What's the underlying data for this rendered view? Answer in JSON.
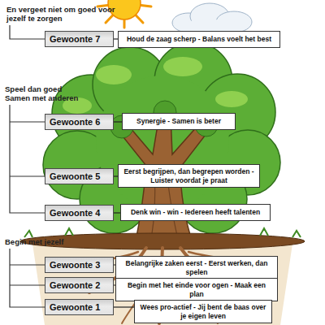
{
  "diagram": {
    "nodes": [
      {
        "text": [
          "Gewoonte 7"
        ]
      },
      {
        "text": [
          "Houd de zaag scherp - Balans voelt het best"
        ]
      },
      {
        "text": [
          "Gewoonte 6"
        ]
      },
      {
        "text": [
          "Synergie - Samen is beter"
        ]
      },
      {
        "text": [
          "Gewoonte 5"
        ]
      },
      {
        "text": [
          "Eerst begrijpen, dan begrepen worden - Luister voordat je praat"
        ]
      },
      {
        "text": [
          "Gewoonte 4"
        ]
      },
      {
        "text": [
          "Denk win - win - Iedereen heeft talenten"
        ]
      },
      {
        "text": [
          "Gewoonte 3"
        ]
      },
      {
        "text": [
          "Belangrijke zaken eerst - Eerst werken, dan spelen"
        ]
      },
      {
        "text": [
          "Gewoonte 2"
        ]
      },
      {
        "text": [
          "Begin met het einde voor ogen - Maak een plan"
        ]
      },
      {
        "text": [
          "Gewoonte 1"
        ]
      },
      {
        "text": [
          "Wees pro-actief - Jij bent de baas over je eigen leven"
        ]
      }
    ],
    "edges": [
      {
        "from": 0,
        "to": 1,
        "arrow": "none"
      },
      {
        "from": 2,
        "to": 3,
        "arrow": "none"
      },
      {
        "from": 4,
        "to": 5,
        "arrow": "none"
      },
      {
        "from": 6,
        "to": 7,
        "arrow": "none"
      },
      {
        "from": 8,
        "to": 9,
        "arrow": "none"
      },
      {
        "from": 10,
        "to": 11,
        "arrow": "none"
      },
      {
        "from": 12,
        "to": 13,
        "arrow": "none"
      }
    ],
    "labels": [
      "En vergeet niet om goed voor jezelf te zorgen",
      "Speel dan goed Samen met anderen",
      "Begin met jezelf"
    ]
  }
}
